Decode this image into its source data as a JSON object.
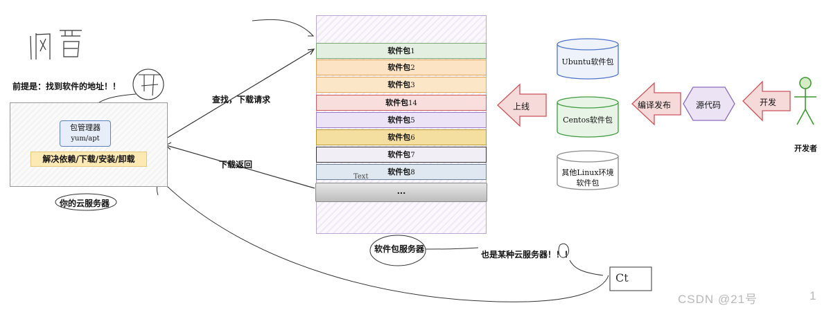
{
  "handwritten_title": "内置",
  "premise": "前提是：找到软件的地址！！",
  "left_server": {
    "pkg_manager_line1": "包管理器",
    "pkg_manager_line2": "yum/apt",
    "resolve_bar": "解决依赖/下载/安装/卸载",
    "caption": "你的云服务器"
  },
  "arrows": {
    "request": "查找，下载请求",
    "return": "下载返回"
  },
  "pkg_server": {
    "rows": [
      {
        "label": "软件包",
        "num": "1",
        "fill": "#e3efe1",
        "border": "#7aa86f"
      },
      {
        "label": "软件包",
        "num": "2",
        "fill": "#fbe3c4",
        "border": "#e0a14f"
      },
      {
        "label": "软件包",
        "num": "3",
        "fill": "#fbe6c8",
        "border": "#e2a75a"
      },
      {
        "label": "软件包",
        "num": "14",
        "fill": "#f9dede",
        "border": "#cf5a5a"
      },
      {
        "label": "软件包",
        "num": "5",
        "fill": "#ece3f6",
        "border": "#9b7cc6"
      },
      {
        "label": "软件包",
        "num": "6",
        "fill": "#f5dfa0",
        "border": "#b99a2f"
      },
      {
        "label": "软件包",
        "num": "7",
        "fill": "#f1eef6",
        "border": "#333333"
      },
      {
        "label": "软件包",
        "num": "8",
        "fill": "#dfe7f1",
        "border": "#6b7f97"
      }
    ],
    "more": "...",
    "text_note": "Text",
    "caption": "软件包服务器",
    "also_note": "也是某种云服务器！！！"
  },
  "right_side": {
    "online": "上线",
    "compile_publish": "编译发布",
    "source_code": "源代码",
    "develop": "开发",
    "developer": "开发者"
  },
  "cylinders": {
    "ubuntu_a": "Ubuntu",
    "ubuntu_b": "软件包",
    "centos_a": "Centos",
    "centos_b": "软件包",
    "other_line1_a": "其他",
    "other_line1_b": "Linux",
    "other_line1_c": "环境",
    "other_line2": "软件包"
  },
  "handwritten_bottom": "Ct",
  "watermark": "CSDN @21号",
  "page_number": "1",
  "colors": {
    "arrow_red_fill": "#f6d9d9",
    "arrow_red_border": "#c9545b",
    "hex_fill": "#ece3f4",
    "hex_border": "#8d6bbd",
    "cyl_blue": "#4f74c8",
    "cyl_green": "#3e9a3e",
    "cyl_gray": "#8a8a8a",
    "developer_green": "#3a9a2f"
  }
}
